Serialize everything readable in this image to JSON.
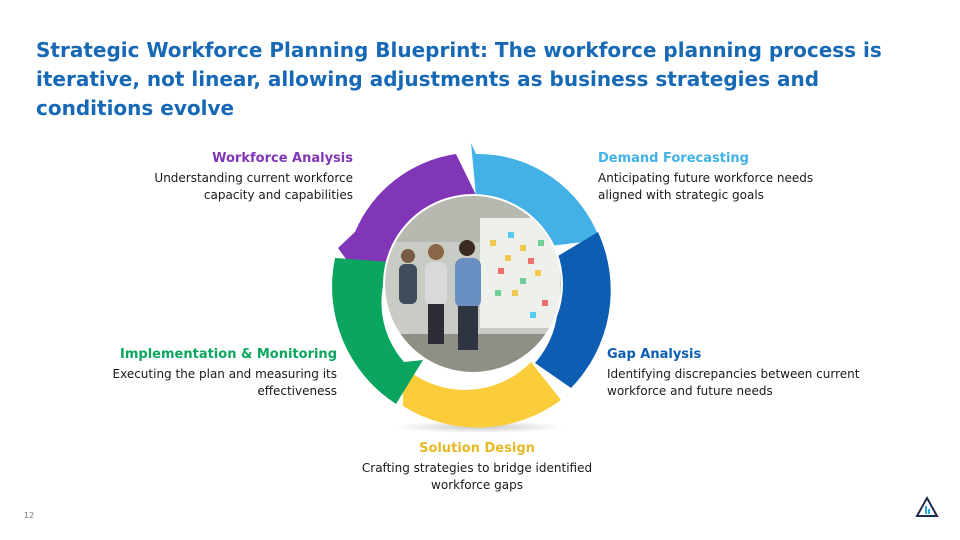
{
  "title": "Strategic Workforce Planning Blueprint: The workforce planning process is iterative, not linear, allowing adjustments as business strategies and conditions evolve",
  "page_number": "12",
  "colors": {
    "title": "#1769b6",
    "workforce_analysis": "#8136b8",
    "demand_forecasting": "#43b1e6",
    "gap_analysis": "#0d5eb3",
    "solution_design": "#fbcd3a",
    "implementation": "#0aa55e"
  },
  "steps": [
    {
      "name": "Workforce Analysis",
      "desc": "Understanding current workforce capacity and capabilities"
    },
    {
      "name": "Demand Forecasting",
      "desc": "Anticipating future workforce needs aligned with strategic goals"
    },
    {
      "name": "Gap Analysis",
      "desc": "Identifying discrepancies between current workforce and future needs"
    },
    {
      "name": "Solution Design",
      "desc": "Crafting strategies to bridge identified workforce gaps"
    },
    {
      "name": "Implementation & Monitoring",
      "desc": "Executing the plan and measuring its effectiveness"
    }
  ],
  "center_image": "team-whiteboard-photo",
  "logo_icon": "company-logo-icon"
}
